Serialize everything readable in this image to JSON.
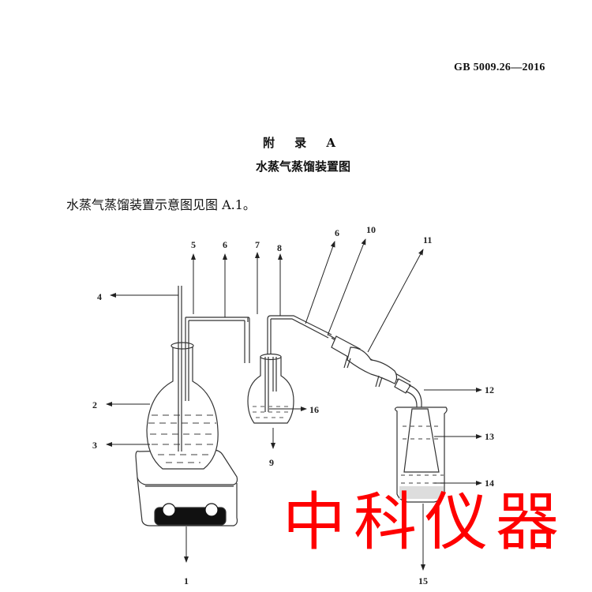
{
  "header": {
    "standard_code": "GB 5009.26—2016"
  },
  "appendix": {
    "label": "附 录 A",
    "title": "水蒸气蒸馏装置图"
  },
  "intro_text": "水蒸气蒸馏装置示意图见图 A.1。",
  "diagram": {
    "labels": {
      "l1": "1",
      "l2": "2",
      "l3": "3",
      "l4": "4",
      "l5": "5",
      "l6a": "6",
      "l6b": "6",
      "l7": "7",
      "l8": "8",
      "l9": "9",
      "l10": "10",
      "l11": "11",
      "l12": "12",
      "l13": "13",
      "l14": "14",
      "l15": "15",
      "l16": "16"
    }
  },
  "watermark": {
    "text": "中科仪器",
    "color": "#ff0000"
  }
}
